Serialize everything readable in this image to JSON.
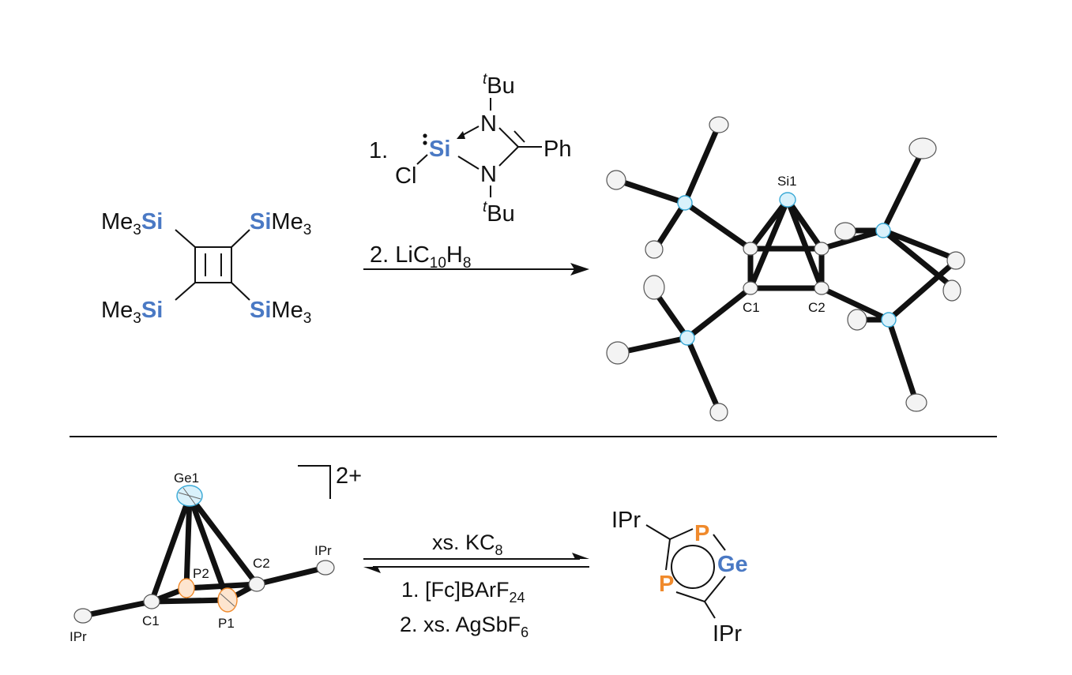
{
  "top_scheme": {
    "reactant": {
      "me3si_tl": "Me",
      "sub3": "3",
      "si": "Si",
      "me3": "Me",
      "sub3b": "3"
    },
    "reagent_step1_number": "1.",
    "silylene": {
      "tbu_sup": "t",
      "tbu": "Bu",
      "n": "N",
      "si": "Si",
      "cl": "Cl",
      "ph": "Ph"
    },
    "reagent_step2": {
      "prefix": "2. LiC",
      "sub10": "10",
      "h": "H",
      "sub8": "8"
    },
    "product_labels": {
      "si1": "Si1",
      "c1": "C1",
      "c2": "C2"
    }
  },
  "bottom_scheme": {
    "dication_labels": {
      "ge1": "Ge1",
      "p2": "P2",
      "c2": "C2",
      "ipr": "IPr",
      "c1": "C1",
      "p1": "P1",
      "charge": "2+"
    },
    "forward_reagent": {
      "prefix": "xs. KC",
      "sub8": "8"
    },
    "reverse_reagent_1": {
      "prefix": "1. [Fc]BArF",
      "sub24": "24"
    },
    "reverse_reagent_2": {
      "prefix": "2. xs. AgSbF",
      "sub6": "6"
    },
    "ring_labels": {
      "ipr": "IPr",
      "p": "P",
      "ge": "Ge"
    }
  },
  "colors": {
    "silicon_blue": "#4a79c4",
    "phosphorus_orange": "#f08a2c",
    "atom_cyan": "#39a9d6"
  }
}
